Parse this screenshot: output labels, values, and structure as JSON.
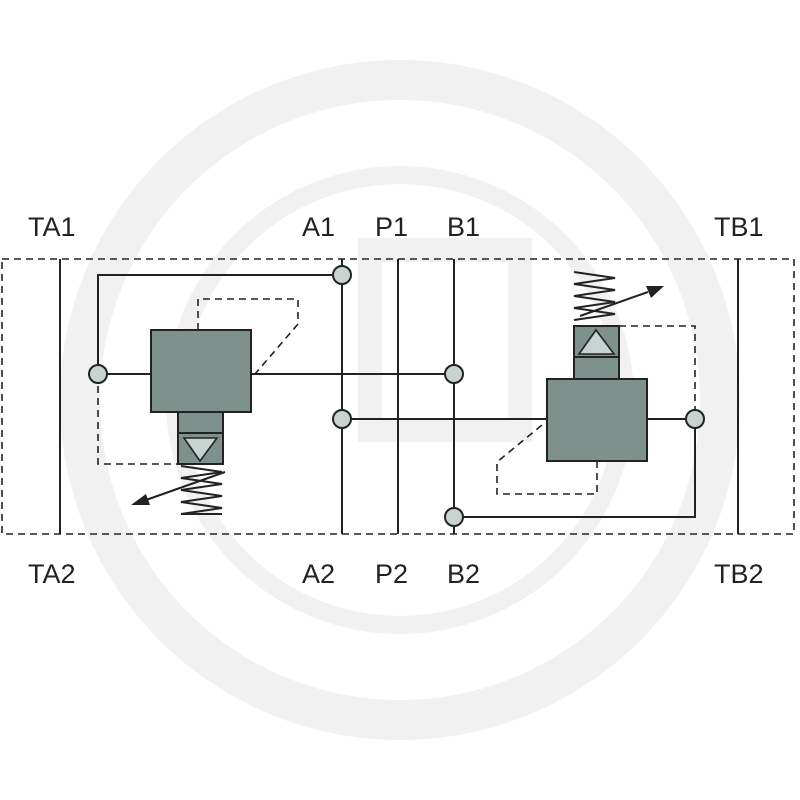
{
  "diagram": {
    "ports_top": {
      "ta1": "TA1",
      "a1": "A1",
      "p1": "P1",
      "b1": "B1",
      "tb1": "TB1"
    },
    "ports_bottom": {
      "ta2": "TA2",
      "a2": "A2",
      "p2": "P2",
      "b2": "B2",
      "tb2": "TB2"
    },
    "colors": {
      "line": "#222222",
      "valve_body": "#7e918d",
      "node_fill": "#c8d2d0",
      "watermark": "#f1f1f1"
    },
    "icons": [
      "watermark-logo",
      "spring-icon",
      "adjust-arrow-icon",
      "check-triangle-icon"
    ]
  }
}
